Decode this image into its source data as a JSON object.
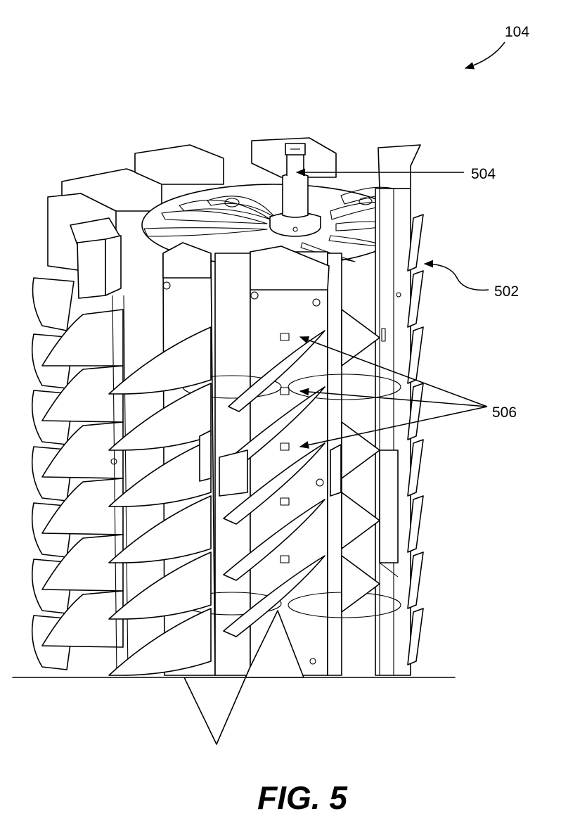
{
  "figure": {
    "caption": "FIG. 5",
    "ref_main": "104",
    "ref_shaft": "504",
    "ref_drum": "502",
    "ref_holes": "506"
  },
  "colors": {
    "ink": "#000000",
    "paper": "#ffffff"
  }
}
